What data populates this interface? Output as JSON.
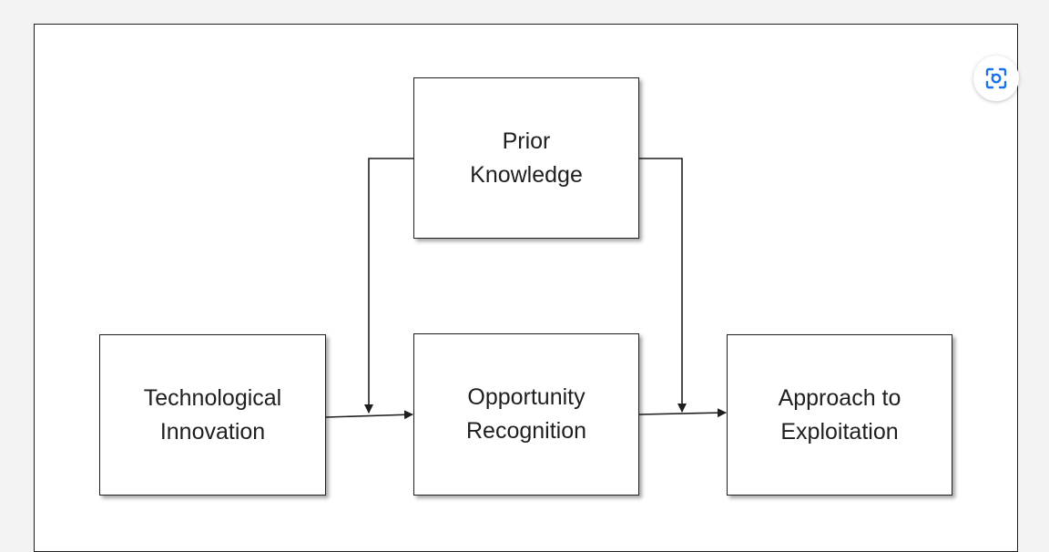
{
  "diagram": {
    "nodes": {
      "prior_knowledge": {
        "line1": "Prior",
        "line2": "Knowledge"
      },
      "technological_innovation": {
        "line1": "Technological",
        "line2": "Innovation"
      },
      "opportunity_recognition": {
        "line1": "Opportunity",
        "line2": "Recognition"
      },
      "approach_to_exploitation": {
        "line1": "Approach to",
        "line2": "Exploitation"
      }
    },
    "edges": [
      {
        "from": "technological_innovation",
        "to": "opportunity_recognition"
      },
      {
        "from": "opportunity_recognition",
        "to": "approach_to_exploitation"
      },
      {
        "from": "prior_knowledge",
        "to": "edge:technological_innovation->opportunity_recognition"
      },
      {
        "from": "prior_knowledge",
        "to": "edge:opportunity_recognition->approach_to_exploitation"
      }
    ]
  },
  "toolbar": {
    "lens_icon": "google-lens-icon"
  },
  "colors": {
    "line": "#1f1f1f",
    "background": "#f3f3f3",
    "canvas": "#ffffff",
    "lens_accent": "#1a73e8"
  }
}
